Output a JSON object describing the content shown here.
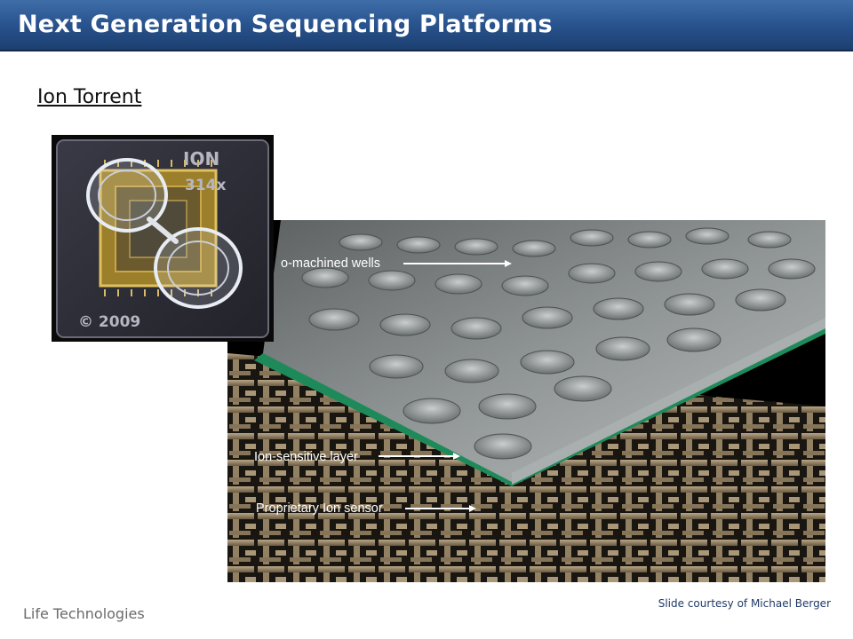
{
  "header": {
    "title": "Next Generation Sequencing Platforms"
  },
  "content": {
    "subtitle": "Ion Torrent"
  },
  "chip_photo": {
    "icon": "semiconductor-chip-photo",
    "printed_labels": [
      "ION",
      "314x",
      "© 2009"
    ]
  },
  "layer_diagram": {
    "icon": "layered-sensor-diagram",
    "callouts": {
      "wells": "o-machined wells",
      "ion_layer": "Ion-sensitive layer",
      "ion_sensor": "Proprietary Ion sensor"
    },
    "colors": {
      "well_plate": "#8e9394",
      "green_layer": "#1e8a5a",
      "lattice": "#a08c6e"
    }
  },
  "footer": {
    "left": "Life Technologies",
    "right": "Slide courtesy of Michael Berger"
  }
}
